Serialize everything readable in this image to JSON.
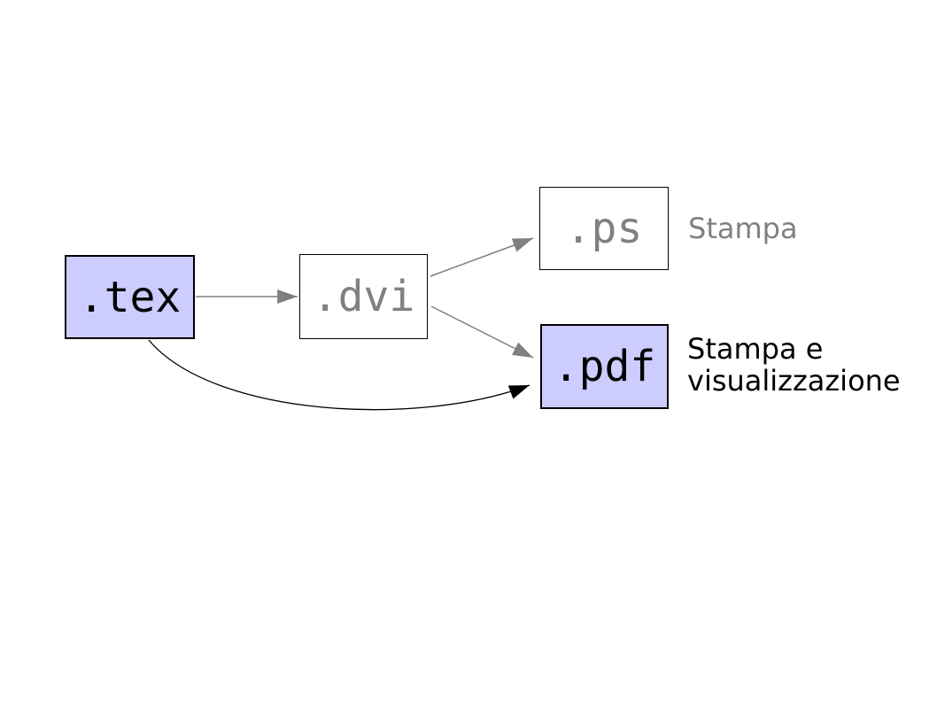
{
  "diagram": {
    "nodes": {
      "tex": {
        "label": ".tex",
        "filled": true
      },
      "dvi": {
        "label": ".dvi",
        "filled": false
      },
      "ps": {
        "label": ".ps",
        "filled": false
      },
      "pdf": {
        "label": ".pdf",
        "filled": true
      }
    },
    "annotations": {
      "ps": {
        "text": "Stampa"
      },
      "pdf": {
        "line1": "Stampa e",
        "line2": "visualizzazione"
      }
    },
    "edges": [
      {
        "from": "tex",
        "to": "dvi",
        "style": "gray-straight"
      },
      {
        "from": "dvi",
        "to": "ps",
        "style": "gray-straight"
      },
      {
        "from": "dvi",
        "to": "pdf",
        "style": "gray-straight"
      },
      {
        "from": "tex",
        "to": "pdf",
        "style": "black-curved"
      }
    ],
    "colors": {
      "node_fill": "#CCCCFF",
      "node_border": "#000000",
      "muted": "#808080",
      "ink": "#000000",
      "background": "#FFFFFF"
    }
  }
}
